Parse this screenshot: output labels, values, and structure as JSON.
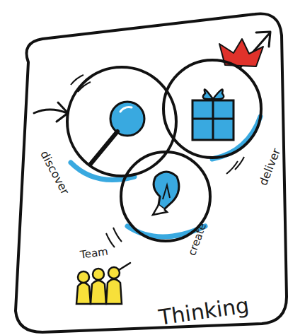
{
  "diagram": {
    "nodes": [
      {
        "text": [
          "discover"
        ]
      },
      {
        "text": [
          "deliver"
        ]
      },
      {
        "text": [
          "create"
        ]
      }
    ],
    "labels": [
      "Team",
      "Thinking"
    ]
  }
}
